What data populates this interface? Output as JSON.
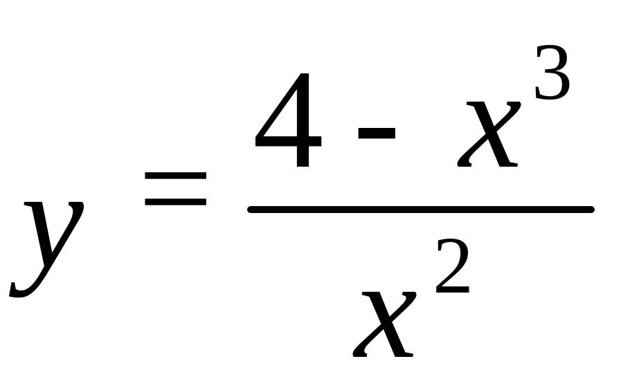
{
  "equation": {
    "lhs": {
      "variable": "y"
    },
    "operator": "=",
    "fraction": {
      "numerator": {
        "constant": "4",
        "operator": "-",
        "variable": "x",
        "exponent": "3"
      },
      "denominator": {
        "variable": "x",
        "exponent": "2"
      }
    }
  }
}
